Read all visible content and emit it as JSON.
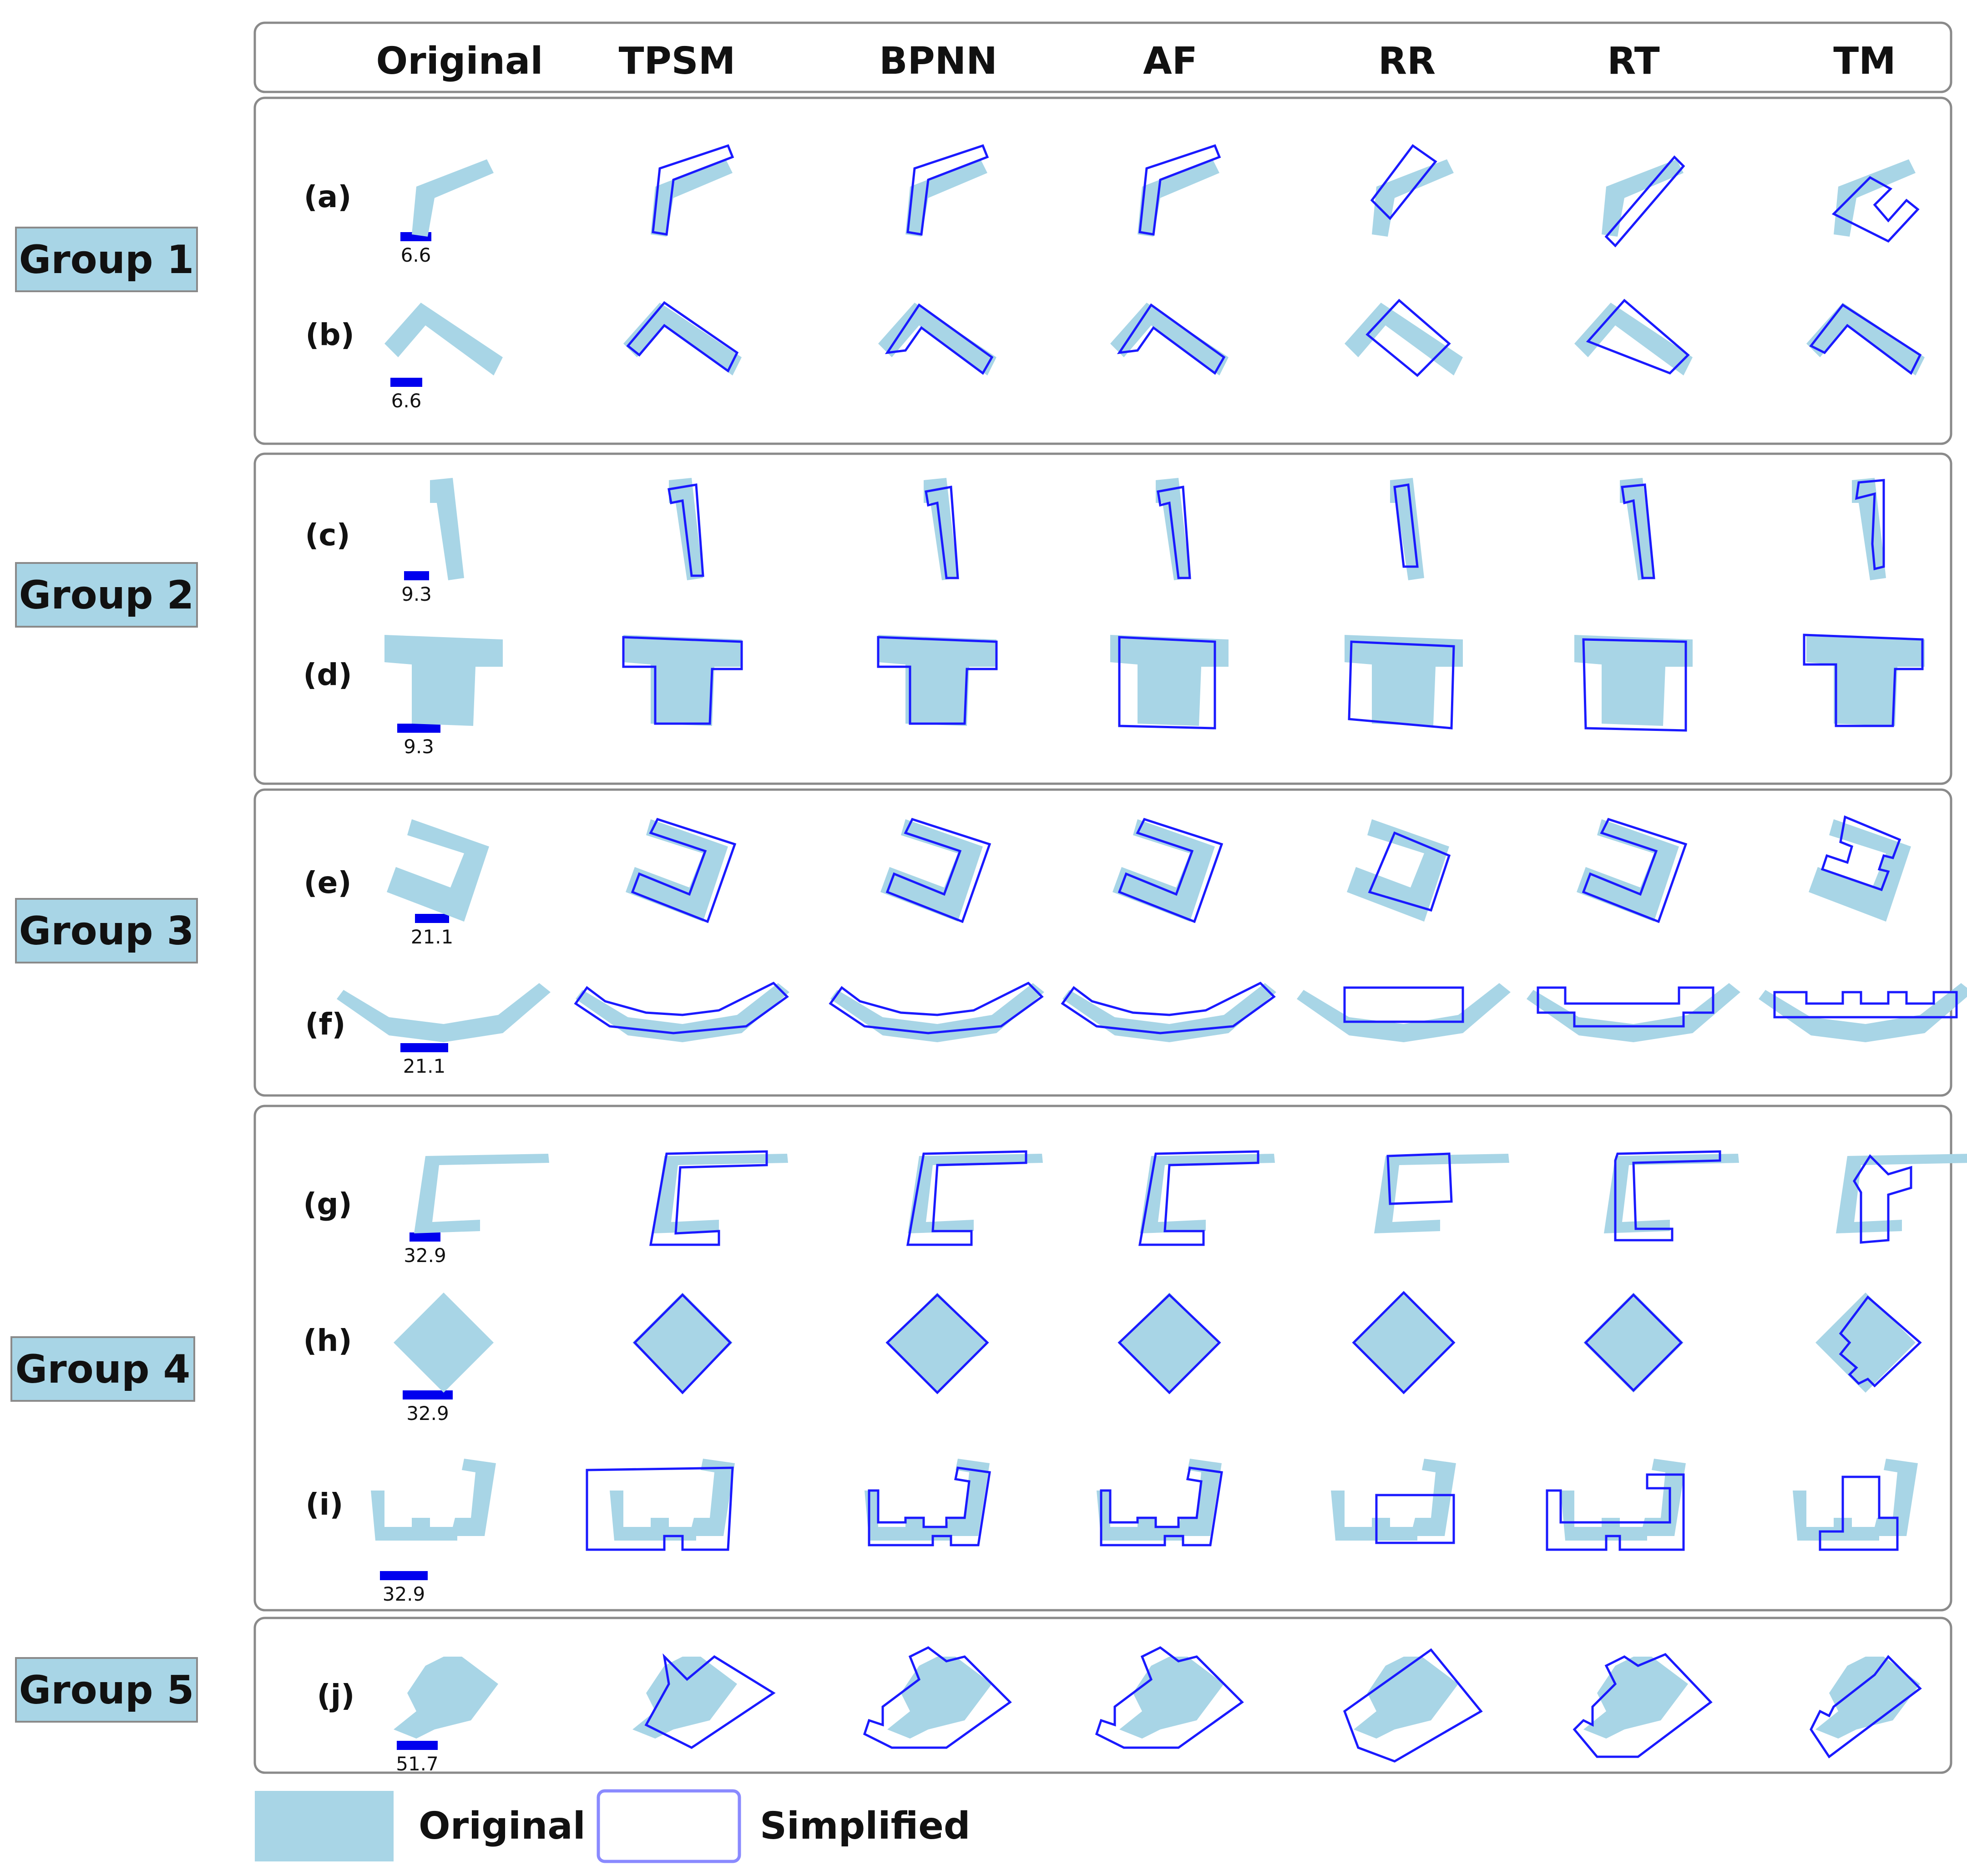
{
  "colors": {
    "original_fill": "#a8d5e6",
    "simplified_stroke": "#1a1aff",
    "scale_bar": "#0000ee",
    "group_label_bg": "#a8d5e6",
    "legend_simplified_stroke": "#8a8aff"
  },
  "columns": [
    "Original",
    "TPSM",
    "BPNN",
    "AF",
    "RR",
    "RT",
    "TM"
  ],
  "groups": [
    {
      "label": "Group 1"
    },
    {
      "label": "Group 2"
    },
    {
      "label": "Group 3"
    },
    {
      "label": "Group 4"
    },
    {
      "label": "Group 5"
    }
  ],
  "rows": [
    {
      "label": "(a)",
      "scale": "6.6"
    },
    {
      "label": "(b)",
      "scale": "6.6"
    },
    {
      "label": "(c)",
      "scale": "9.3"
    },
    {
      "label": "(d)",
      "scale": "9.3"
    },
    {
      "label": "(e)",
      "scale": "21.1"
    },
    {
      "label": "(f)",
      "scale": "21.1"
    },
    {
      "label": "(g)",
      "scale": "32.9"
    },
    {
      "label": "(h)",
      "scale": "32.9"
    },
    {
      "label": "(i)",
      "scale": "32.9"
    },
    {
      "label": "(j)",
      "scale": "51.7"
    }
  ],
  "legend": {
    "original": "Original",
    "simplified": "Simplified"
  }
}
